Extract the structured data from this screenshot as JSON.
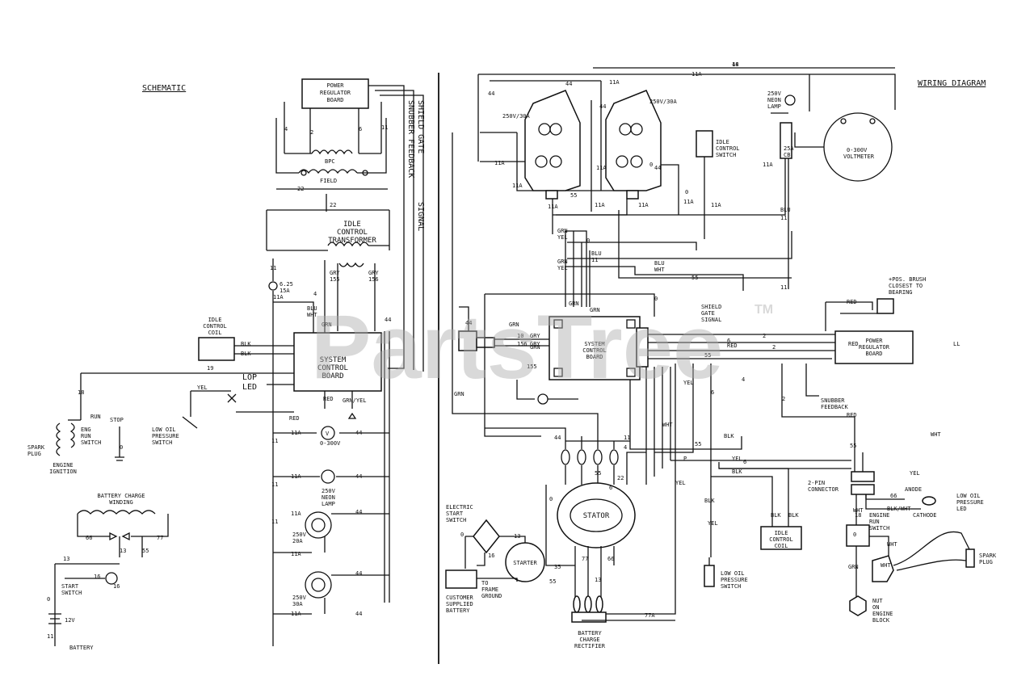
{
  "headings": {
    "schematic": "SCHEMATIC",
    "wiring_diagram": "WIRING DIAGRAM"
  },
  "watermark": {
    "text": "PartsTree",
    "mark": "TM"
  },
  "schematic": {
    "power_regulator_board": [
      "POWER",
      "REGULATOR",
      "BOARD"
    ],
    "bpc": "BPC",
    "field": "FIELD",
    "idle_control_transformer": [
      "IDLE",
      "CONTROL",
      "TRANSFORMER"
    ],
    "system_control_board": [
      "SYSTEM",
      "CONTROL",
      "BOARD"
    ],
    "idle_control_coil": [
      "IDLE",
      "CONTROL",
      "COIL"
    ],
    "lop_led": [
      "LOP",
      "LED"
    ],
    "fuse": [
      "6.25",
      "15A"
    ],
    "spark_plug": [
      "SPARK",
      "PLUG"
    ],
    "engine_ignition": [
      "ENGINE",
      "IGNITION"
    ],
    "eng_run_switch": [
      "RUN",
      "ENG",
      "RUN",
      "SWITCH"
    ],
    "stop": "STOP",
    "low_oil_pressure_switch": [
      "LOW OIL",
      "PRESSURE",
      "SWITCH"
    ],
    "voltmeter": [
      "V",
      "0-300V"
    ],
    "neon_lamp": [
      "250V",
      "NEON",
      "LAMP"
    ],
    "receptacle_20a": [
      "250V",
      "20A"
    ],
    "receptacle_30a": [
      "250V",
      "30A"
    ],
    "battery_charge_winding": [
      "BATTERY CHARGE",
      "WINDING"
    ],
    "start_switch": [
      "START",
      "SWITCH"
    ],
    "battery": "BATTERY",
    "batt_v": "12V",
    "shield_labels": [
      "SNUBBER FEEDBACK",
      "SHIELD GATE",
      "SIGNAL"
    ],
    "wire_labels": [
      "22",
      "22",
      "4",
      "2",
      "6",
      "11",
      "11A",
      "4",
      "11",
      "44",
      "18",
      "19",
      "BLK",
      "BLK",
      "BLU",
      "WHT",
      "GRN",
      "GRY",
      "155",
      "GRY",
      "156",
      "GRN/YEL",
      "RED",
      "RED",
      "YEL",
      "0",
      "11A",
      "44",
      "11A",
      "44",
      "11A",
      "44",
      "11A",
      "44",
      "11A",
      "44",
      "11",
      "11",
      "11",
      "66",
      "77",
      "13",
      "55",
      "13",
      "16",
      "0",
      "16",
      "11"
    ]
  },
  "wiring": {
    "receptacle_30a_left": "250V/30A",
    "receptacle_30a_right": "250V/30A",
    "idle_control_switch": [
      "IDLE",
      "CONTROL",
      "SWITCH"
    ],
    "breaker_25a": [
      "25A",
      "CB"
    ],
    "neon_lamp": [
      "250V",
      "NEON",
      "LAMP"
    ],
    "voltmeter": [
      "0-300V",
      "VOLTMETER"
    ],
    "system_control_board": [
      "SYSTEM",
      "CONTROL",
      "BOARD"
    ],
    "shield_gate_signal": [
      "SHIELD",
      "GATE",
      "SIGNAL"
    ],
    "power_regulator_board": [
      "POWER",
      "REGULATOR",
      "BOARD"
    ],
    "snubber_feedback": [
      "SNUBBER",
      "FEEDBACK"
    ],
    "pos_brush": [
      "+POS. BRUSH",
      "CLOSEST TO",
      "BEARING"
    ],
    "stator": "STATOR",
    "electric_start_switch": [
      "ELECTRIC",
      "START",
      "SWITCH"
    ],
    "starter": "STARTER",
    "customer_supplied_battery": [
      "CUSTOMER",
      "SUPPLIED",
      "BATTERY"
    ],
    "frame_ground": [
      "TO",
      "FRAME",
      "GROUND"
    ],
    "battery_charge_rectifier": [
      "BATTERY",
      "CHARGE",
      "RECTIFIER"
    ],
    "idle_control_coil": [
      "IDLE",
      "CONTROL",
      "COIL"
    ],
    "low_oil_pressure_switch": [
      "LOW OIL",
      "PRESSURE",
      "SWITCH"
    ],
    "connector_2pin": [
      "2-PIN",
      "CONNECTOR"
    ],
    "anode_cathode": [
      "ANODE",
      "BLK/WHT",
      "CATHODE"
    ],
    "low_oil_pressure_led": [
      "LOW OIL",
      "PRESSURE",
      "LED"
    ],
    "engine_run_switch": [
      "ENGINE",
      "RUN",
      "SWITCH"
    ],
    "spark_plug": [
      "SPARK",
      "PLUG"
    ],
    "nut_engine_block": [
      "NUT",
      "ON",
      "ENGINE",
      "BLOCK"
    ],
    "wire_labels": [
      "44",
      "11A",
      "44",
      "44",
      "11A",
      "11A",
      "11A",
      "44",
      "11A",
      "44",
      "11A",
      "0",
      "11A",
      "55",
      "11A",
      "11A",
      "0",
      "11A",
      "11A",
      "BLU",
      "11",
      "0",
      "GRN",
      "YEL",
      "GRN",
      "YEL",
      "BLU",
      "11",
      "BLU",
      "WHT",
      "55",
      "11",
      "0",
      "GRN",
      "GRN",
      "GRN",
      "GRN",
      "10",
      "GRY",
      "156",
      "GRY",
      "155",
      "GRN",
      "44",
      "44",
      "11",
      "55",
      "22",
      "6",
      "4",
      "2",
      "RED",
      "6",
      "2",
      "4",
      "55",
      "YEL",
      "6",
      "2",
      "RED",
      "WHT",
      "BLK",
      "55",
      "P",
      "6",
      "YEL",
      "BLK",
      "BLK",
      "BLK",
      "BLK",
      "YEL",
      "YEL",
      "0",
      "35",
      "55",
      "13",
      "66",
      "77",
      "77A",
      "0",
      "13",
      "16",
      "55",
      "RED",
      "RED",
      "66",
      "WHT",
      "WHT",
      "WHT",
      "18",
      "0",
      "GRN",
      "YEL",
      "WHT",
      "LL",
      "18"
    ]
  }
}
